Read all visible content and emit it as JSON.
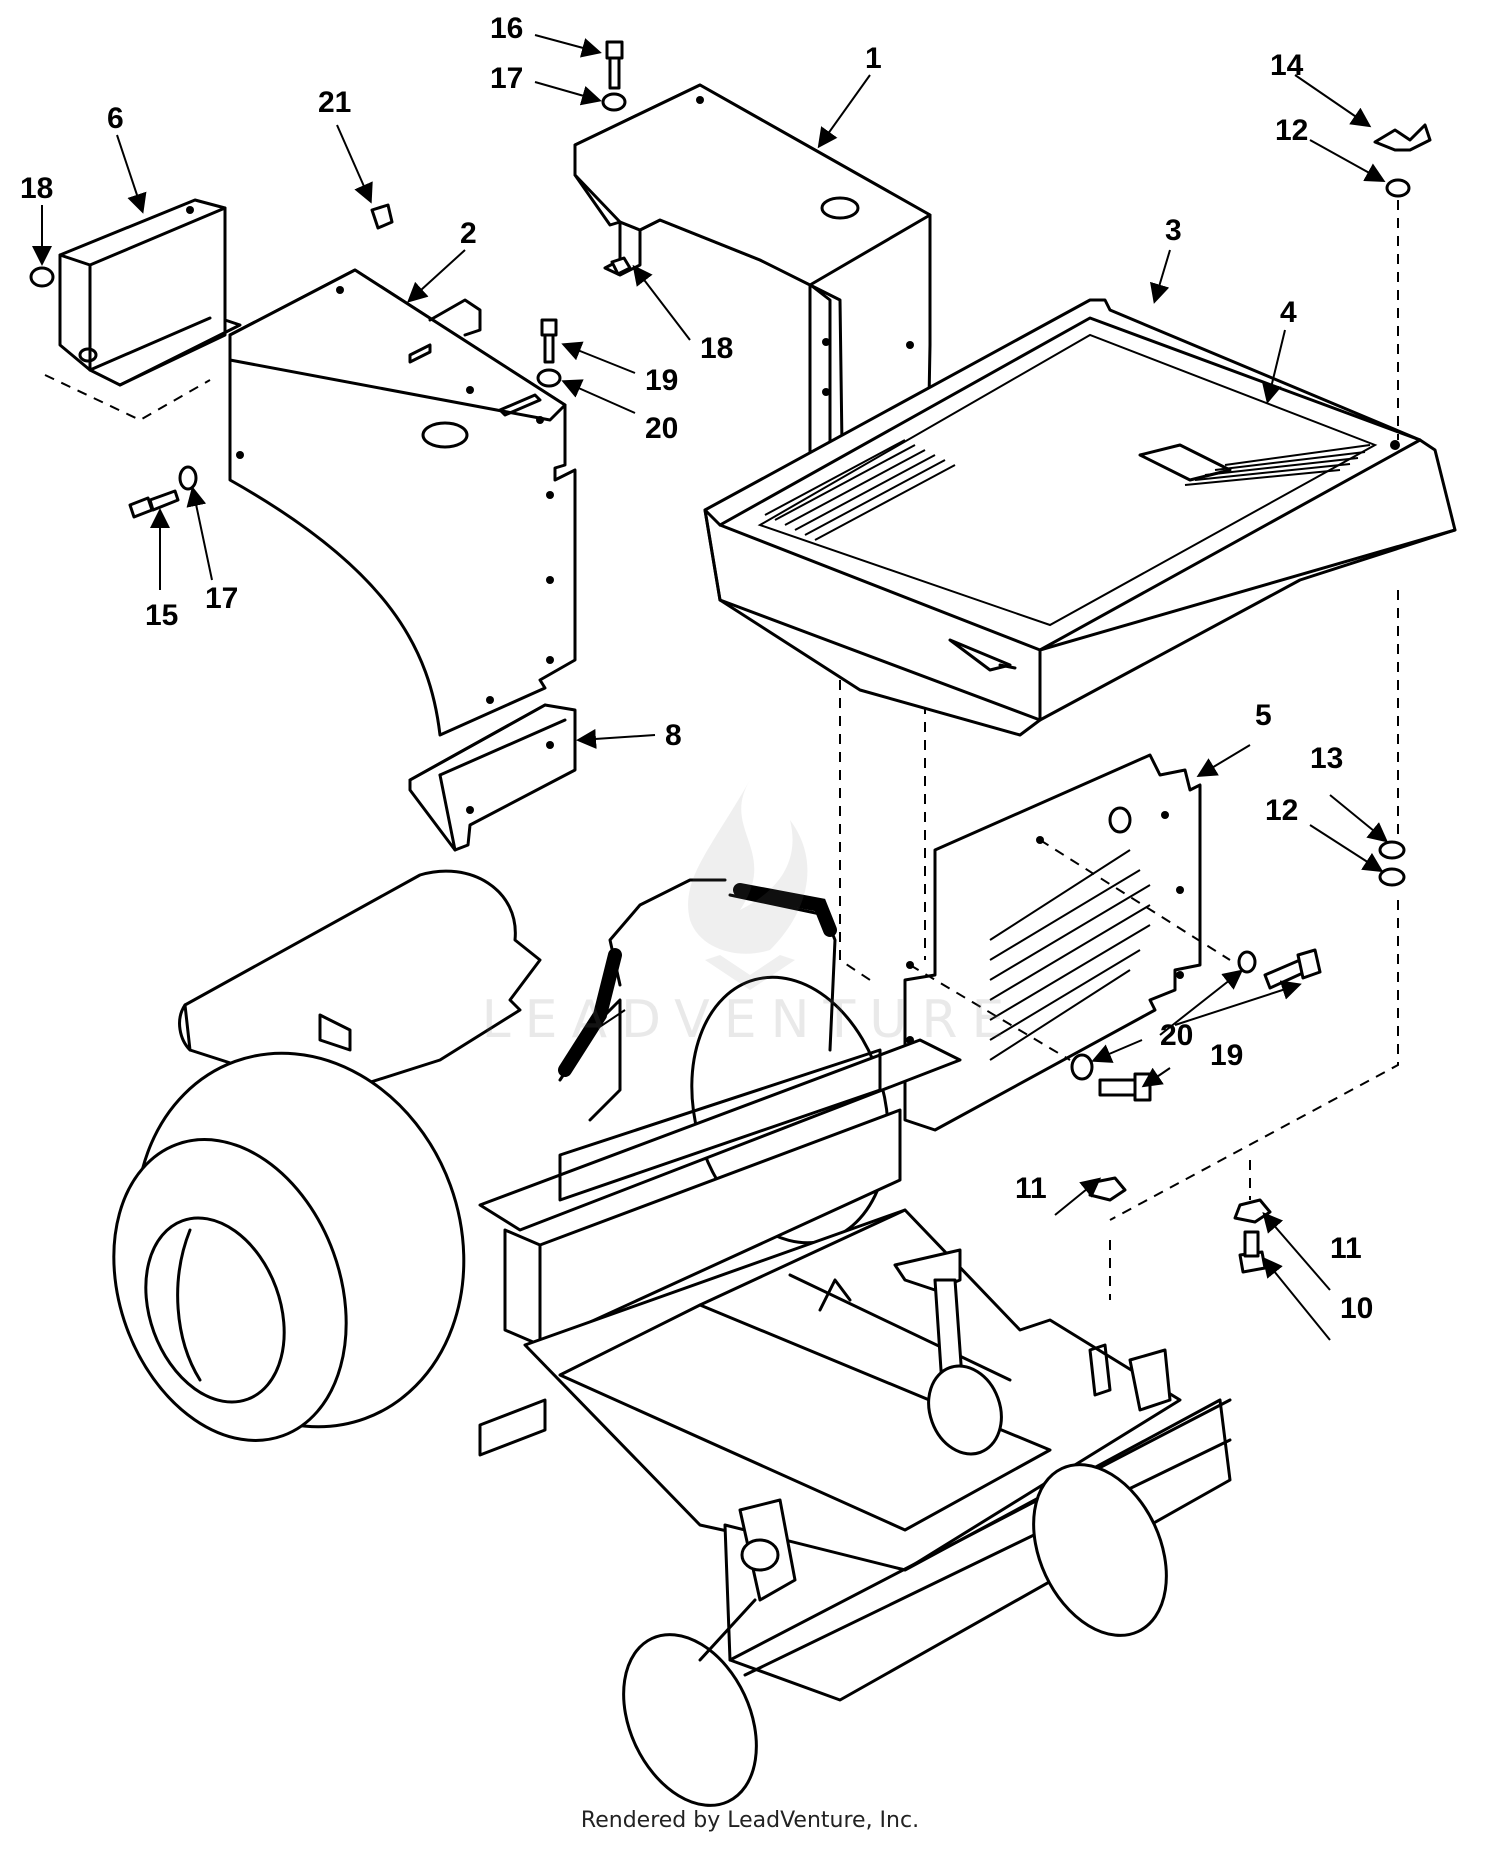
{
  "diagram": {
    "footer_text": "Rendered by LeadVenture, Inc.",
    "watermark_text": "LEADVENTURE",
    "callouts": [
      {
        "id": "c16",
        "label": "16"
      },
      {
        "id": "c17a",
        "label": "17"
      },
      {
        "id": "c1",
        "label": "1"
      },
      {
        "id": "c14",
        "label": "14"
      },
      {
        "id": "c12a",
        "label": "12"
      },
      {
        "id": "c21",
        "label": "21"
      },
      {
        "id": "c6",
        "label": "6"
      },
      {
        "id": "c18a",
        "label": "18"
      },
      {
        "id": "c2",
        "label": "2"
      },
      {
        "id": "c3",
        "label": "3"
      },
      {
        "id": "c4",
        "label": "4"
      },
      {
        "id": "c18b",
        "label": "18"
      },
      {
        "id": "c19a",
        "label": "19"
      },
      {
        "id": "c20a",
        "label": "20"
      },
      {
        "id": "c15",
        "label": "15"
      },
      {
        "id": "c17b",
        "label": "17"
      },
      {
        "id": "c8",
        "label": "8"
      },
      {
        "id": "c5",
        "label": "5"
      },
      {
        "id": "c13",
        "label": "13"
      },
      {
        "id": "c12b",
        "label": "12"
      },
      {
        "id": "c20b",
        "label": "20"
      },
      {
        "id": "c19b",
        "label": "19"
      },
      {
        "id": "c11a",
        "label": "11"
      },
      {
        "id": "c11b",
        "label": "11"
      },
      {
        "id": "c10",
        "label": "10"
      }
    ]
  }
}
